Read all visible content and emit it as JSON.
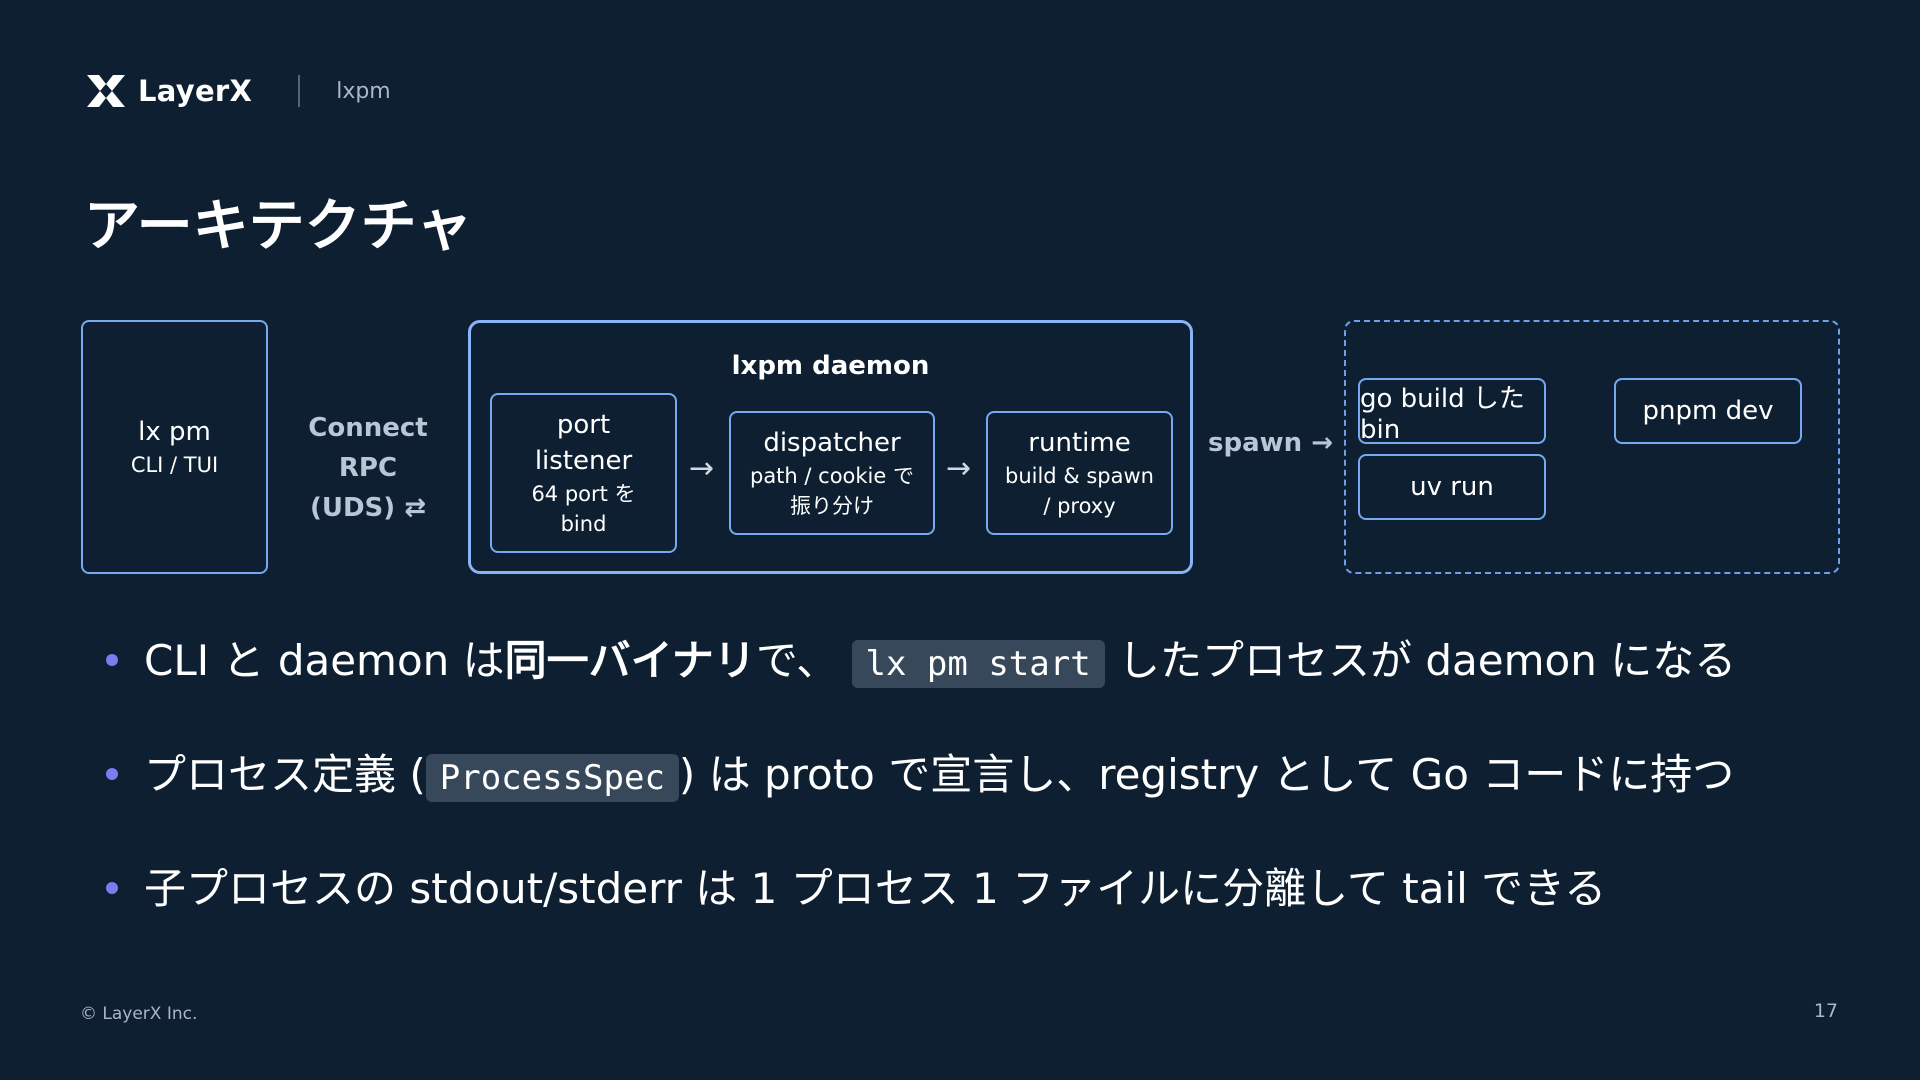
{
  "header": {
    "logo_text": "LayerX",
    "sub": "lxpm"
  },
  "title": "アーキテクチャ",
  "diagram": {
    "cli_box": {
      "main": "lx pm",
      "sub": "CLI / TUI"
    },
    "rpc_label": {
      "line1": "Connect RPC",
      "line2": "(UDS) ⇄"
    },
    "daemon": {
      "title": "lxpm daemon",
      "port": {
        "main1": "port",
        "main2": "listener",
        "sub1": "64 port を",
        "sub2": "bind"
      },
      "dispatcher": {
        "main": "dispatcher",
        "sub1": "path / cookie で",
        "sub2": "振り分け"
      },
      "runtime": {
        "main": "runtime",
        "sub1": "build & spawn",
        "sub2": "/ proxy"
      },
      "arrow": "→"
    },
    "spawn_label": "spawn →",
    "targets": [
      "go build した bin",
      "pnpm dev",
      "uv run"
    ]
  },
  "bullets": [
    {
      "pre": "CLI と daemon は",
      "bold": "同一バイナリ",
      "mid": "で、",
      "code": "lx pm start",
      "post": "したプロセスが daemon になる"
    },
    {
      "pre": "プロセス定義 (",
      "code": "ProcessSpec",
      "post": ") は proto で宣言し、registry として Go コードに持つ"
    },
    {
      "text": "子プロセスの stdout/stderr は 1 プロセス 1 ファイルに分離して tail できる"
    }
  ],
  "footer": {
    "copyright": "© LayerX Inc.",
    "page": "17"
  },
  "colors": {
    "background": "#0d1f31",
    "box_border": "#78a9f0",
    "bullet_dot": "#7a7cf0",
    "code_bg": "#37485a"
  }
}
